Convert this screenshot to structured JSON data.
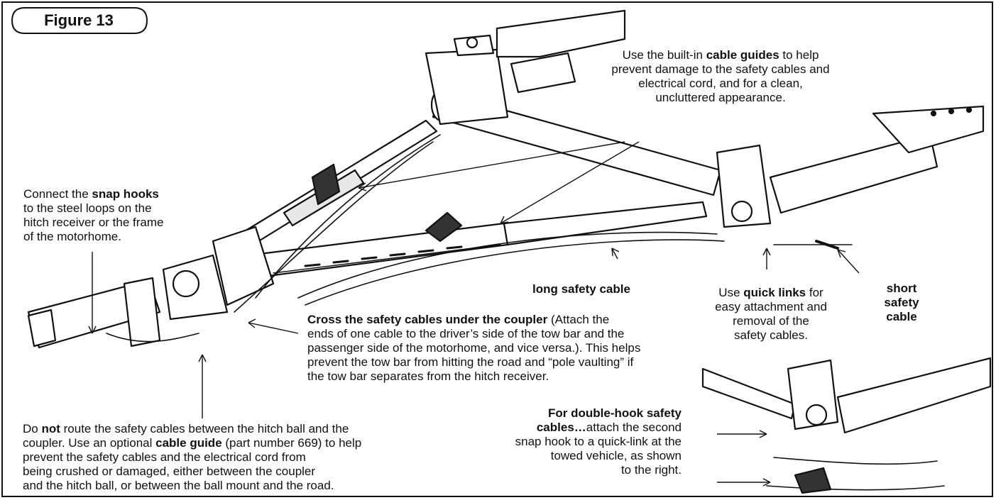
{
  "figure_label": "Figure 13",
  "callouts": {
    "cable_guides": {
      "pre": "Use the built-in ",
      "bold": "cable guides",
      "post": " to help\nprevent damage to the safety cables and\nelectrical cord, and for a clean,\nuncluttered appearance."
    },
    "snap_hooks": {
      "pre": "Connect the ",
      "bold": "snap hooks",
      "post": "\nto the steel loops on the\nhitch receiver or the frame\nof the motorhome."
    },
    "long_cable": {
      "bold": "long safety cable"
    },
    "quick_links": {
      "pre": "Use ",
      "bold": "quick links",
      "post": " for\neasy attachment and\nremoval of the\nsafety cables."
    },
    "short_cable": {
      "bold": "short\nsafety\ncable"
    },
    "cross_cables": {
      "bold": "Cross the safety cables under the coupler",
      "post": " (Attach the\nends of one cable to the driver’s side of the tow bar and the\npassenger side of the motorhome, and vice versa.). This helps\nprevent the tow bar from hitting the road and “pole vaulting” if\nthe tow bar separates from the hitch receiver."
    },
    "do_not": {
      "pre": "Do ",
      "bold": "not",
      "mid": " route the safety cables between the hitch ball and the\ncoupler. Use an optional ",
      "bold2": "cable guide",
      "post": " (part number 669) to help\nprevent the safety cables and the electrical cord from\nbeing crushed or damaged, either between the coupler\nand the hitch ball, or between the ball mount and the road."
    },
    "double_hook": {
      "bold": "For double-hook safety\ncables…",
      "post": "attach the second\nsnap hook to a quick-link at the\ntowed vehicle, as shown\nto the right."
    }
  }
}
